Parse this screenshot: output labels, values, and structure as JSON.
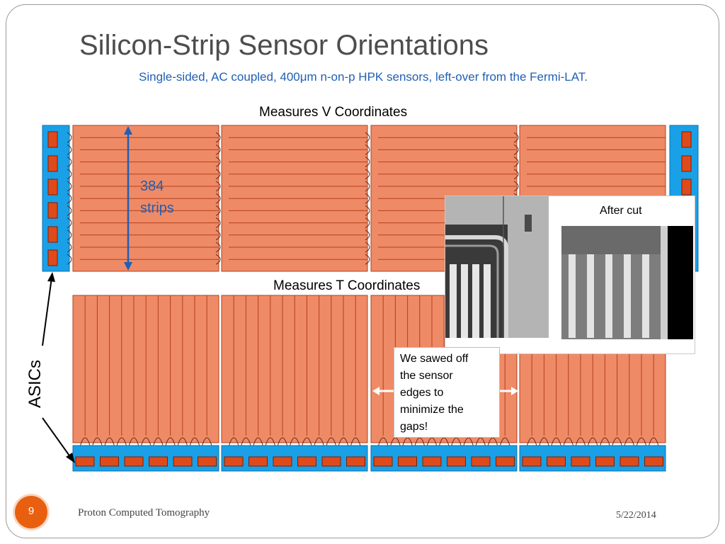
{
  "slide": {
    "title": "Silicon-Strip Sensor Orientations",
    "subtitle": "Single-sided, AC coupled, 400μm n-on-p HPK sensors, left-over from the Fermi-LAT.",
    "slide_number": "9",
    "footer_left": "Proton Computed Tomography",
    "footer_right": "5/22/2014"
  },
  "diagram": {
    "top_label": "Measures V Coordinates",
    "bottom_label": "Measures T Coordinates",
    "strips_count": "384",
    "strips_word": "strips",
    "asics_label": "ASICs",
    "photo_caption": "After cut",
    "note_lines": [
      "We sawed off",
      "the sensor",
      "edges to",
      "minimize the",
      "gaps!"
    ],
    "colors": {
      "sensor": "#ef8a66",
      "strip_line": "#b3401c",
      "asic_board": "#1aa0e6",
      "chip": "#df4a1b",
      "arrow_blue": "#1f5fb5"
    }
  }
}
